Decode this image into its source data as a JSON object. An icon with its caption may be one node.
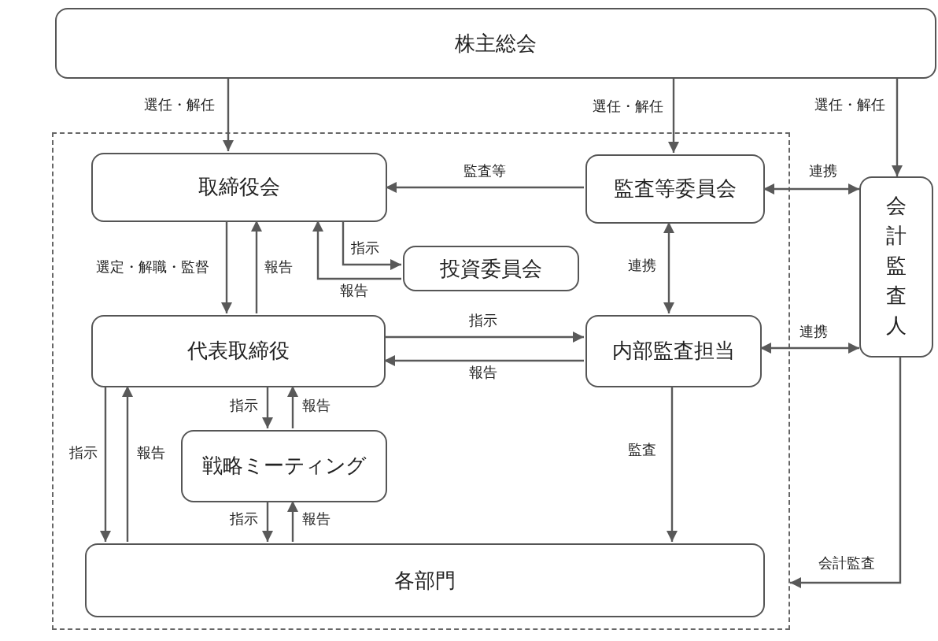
{
  "diagram": {
    "nodes": [
      {
        "text": [
          "株主総会"
        ]
      },
      {
        "text": [],
        "shape": "box"
      },
      {
        "text": [
          "取締役会"
        ],
        "in": 1
      },
      {
        "text": [
          "監査等委員会"
        ],
        "in": 1
      },
      {
        "text": [
          "会計監査人"
        ]
      },
      {
        "text": [
          "投資委員会"
        ],
        "in": 1
      },
      {
        "text": [
          "代表取締役"
        ],
        "in": 1
      },
      {
        "text": [
          "内部監査担当"
        ],
        "in": 1
      },
      {
        "text": [
          "戦略ミーティング"
        ],
        "in": 1
      },
      {
        "text": [
          "各部門"
        ],
        "in": 1
      }
    ],
    "edges": [
      {
        "from": 0,
        "to": 2,
        "arrow": "to",
        "label": "選任・解任"
      },
      {
        "from": 0,
        "to": 3,
        "arrow": "to",
        "label": "選任・解任"
      },
      {
        "from": 0,
        "to": 4,
        "arrow": "to",
        "label": "選任・解任"
      },
      {
        "from": 3,
        "to": 2,
        "arrow": "to",
        "label": "監査等"
      },
      {
        "from": 3,
        "to": 4,
        "arrow": "both",
        "label": "連携"
      },
      {
        "from": 2,
        "to": 5,
        "arrow": "to",
        "label": "指示"
      },
      {
        "from": 5,
        "to": 2,
        "arrow": "to",
        "label": "報告"
      },
      {
        "from": 2,
        "to": 6,
        "arrow": "to",
        "label": "選定・解職・監督"
      },
      {
        "from": 6,
        "to": 2,
        "arrow": "to",
        "label": "報告"
      },
      {
        "from": 6,
        "to": 7,
        "arrow": "to",
        "label": "指示"
      },
      {
        "from": 7,
        "to": 6,
        "arrow": "to",
        "label": "報告"
      },
      {
        "from": 3,
        "to": 7,
        "arrow": "both",
        "label": "連携"
      },
      {
        "from": 7,
        "to": 4,
        "arrow": "both",
        "label": "連携"
      },
      {
        "from": 6,
        "to": 8,
        "arrow": "to",
        "label": "指示"
      },
      {
        "from": 8,
        "to": 6,
        "arrow": "to",
        "label": "報告"
      },
      {
        "from": 6,
        "to": 9,
        "arrow": "to",
        "label": "指示"
      },
      {
        "from": 9,
        "to": 6,
        "arrow": "to",
        "label": "報告"
      },
      {
        "from": 8,
        "to": 9,
        "arrow": "to",
        "label": "指示"
      },
      {
        "from": 9,
        "to": 8,
        "arrow": "to",
        "label": "報告"
      },
      {
        "from": 7,
        "to": 9,
        "arrow": "to",
        "label": "監査"
      },
      {
        "from": 4,
        "to": 1,
        "arrow": "to",
        "label": "会計監査"
      }
    ]
  }
}
